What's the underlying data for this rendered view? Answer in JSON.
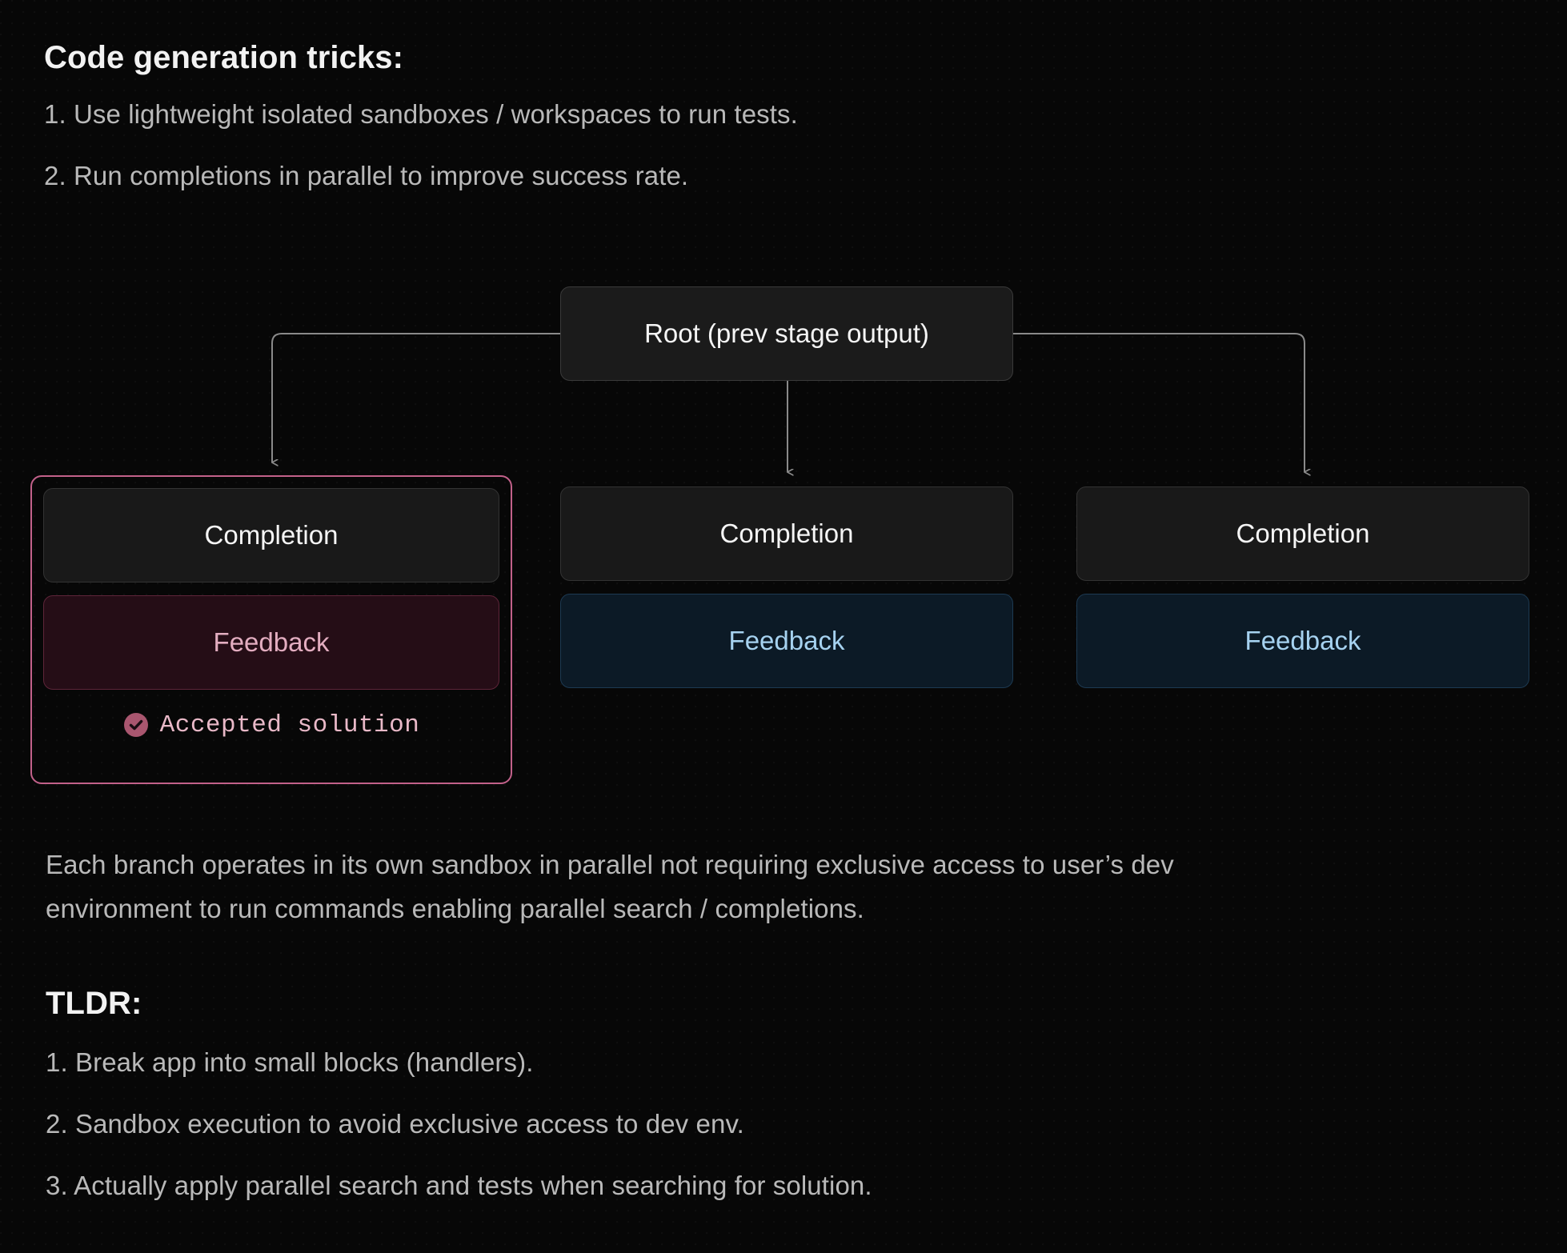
{
  "sections": {
    "tricks_heading": "Code generation tricks:",
    "tricks": [
      "1. Use lightweight isolated sandboxes / workspaces to run tests.",
      "2. Run completions in parallel to improve success rate."
    ],
    "caption": "Each branch operates in its own sandbox in parallel not requiring exclusive access to user’s dev environment to run commands enabling parallel search / completions.",
    "tldr_heading": "TLDR:",
    "tldr": [
      "1. Break app into small blocks (handlers).",
      "2. Sandbox execution to avoid exclusive access to dev env.",
      "3. Actually apply parallel search and tests when searching for solution."
    ]
  },
  "diagram": {
    "root": {
      "label": "Root (prev stage output)"
    },
    "branches": [
      {
        "completion_label": "Completion",
        "feedback_label": "Feedback",
        "status_label": "Accepted solution",
        "status_icon": "check-circle-icon",
        "accepted": true,
        "accent": "#c2618a"
      },
      {
        "completion_label": "Completion",
        "feedback_label": "Feedback",
        "accepted": false,
        "accent": "#1d3a52"
      },
      {
        "completion_label": "Completion",
        "feedback_label": "Feedback",
        "accepted": false,
        "accent": "#1d3a52"
      }
    ],
    "connector_color": "#8a8a8a"
  },
  "colors": {
    "background": "#070707",
    "heading_text": "#f2f2f2",
    "body_text": "#b9b9b9",
    "node_fill": "#191919",
    "node_border": "#333333",
    "feedback_blue_fill": "#0c1a26",
    "feedback_blue_border": "#1d3a52",
    "feedback_blue_text": "#a6d2f0",
    "feedback_pink_fill": "#250d16",
    "feedback_pink_border": "#5e2539",
    "feedback_pink_text": "#e3adc0",
    "accent_pink": "#c2618a",
    "accepted_text": "#e9b9c8"
  }
}
